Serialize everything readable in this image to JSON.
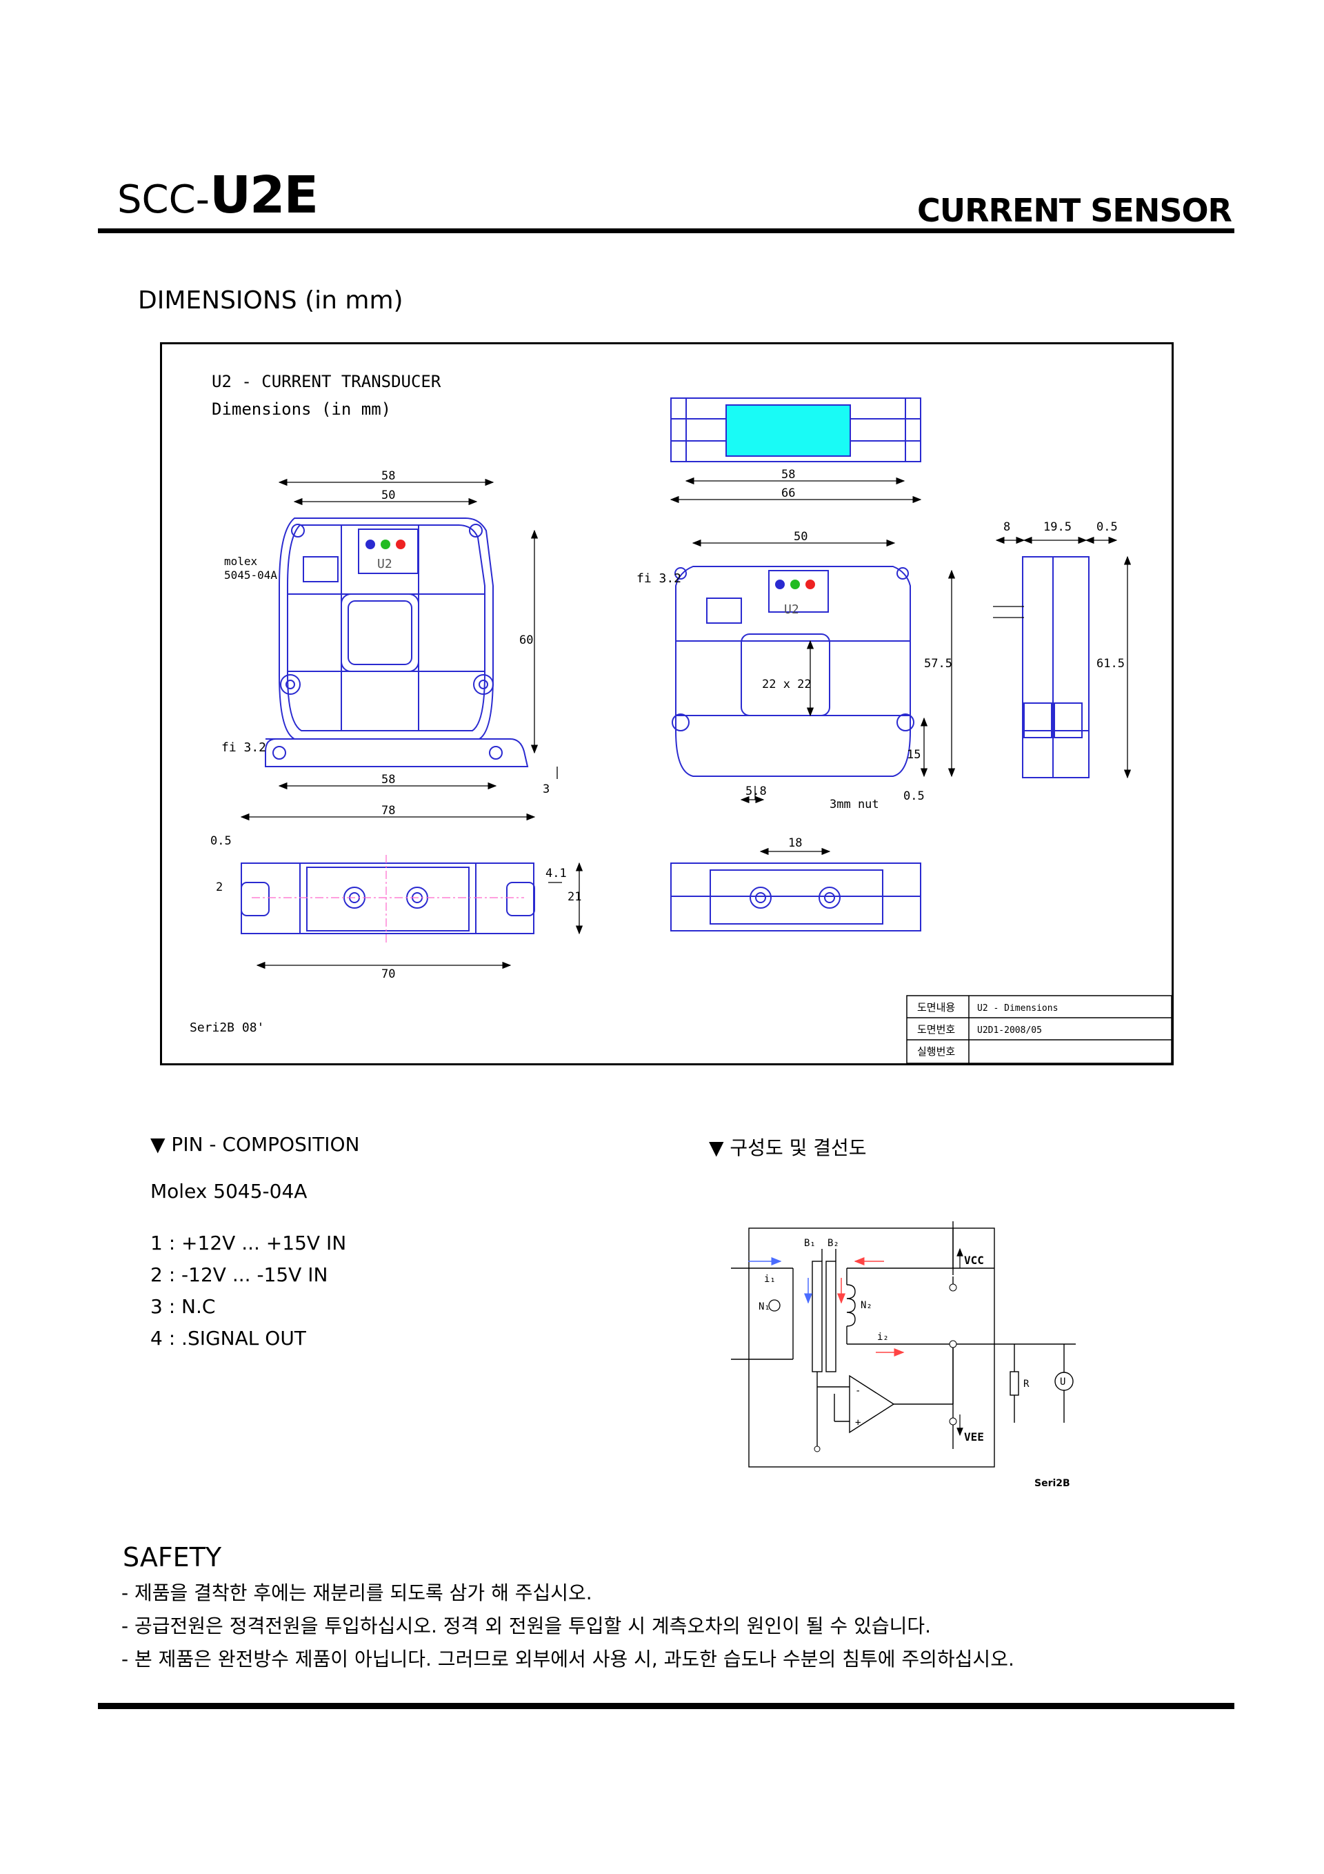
{
  "header": {
    "model_prefix": "SCC-",
    "model_suffix": "U2E",
    "product_type": "CURRENT SENSOR"
  },
  "dimensions_heading": "DIMENSIONS (in mm)",
  "drawing": {
    "title_line1": "U2 - CURRENT TRANSDUCER",
    "title_line2": "Dimensions (in mm)",
    "author": "Seri2B 08'",
    "molex_label": "molex\n5045-04A",
    "u2_label": "U2",
    "hole_label": "fi 3.2",
    "window_label": "22 x 22",
    "nut_label": "3mm nut",
    "dims": {
      "d58": "58",
      "d50": "50",
      "d60": "60",
      "d78": "78",
      "d3": "3",
      "d0_5": "0.5",
      "d2": "2",
      "d4_1": "4.1",
      "d21": "21",
      "d70": "70",
      "d66": "66",
      "d8": "8",
      "d19_5": "19.5",
      "d61_5": "61.5",
      "d57_5": "57.5",
      "d15": "15",
      "d5_8": "5.8",
      "d18": "18"
    },
    "title_block": {
      "rows": [
        {
          "label": "도면내용",
          "value": "U2 - Dimensions"
        },
        {
          "label": "도면번호",
          "value": "U2D1-2008/05"
        },
        {
          "label": "실행번호",
          "value": ""
        }
      ]
    }
  },
  "pin_composition": {
    "heading": "▼ PIN - COMPOSITION",
    "connector": "Molex 5045-04A",
    "pins": [
      "1 : +12V ... +15V IN",
      "2 : -12V ... -15V IN",
      "3 : N.C",
      "4 : .SIGNAL OUT"
    ]
  },
  "schematic": {
    "heading": "▼ 구성도 및 결선도",
    "labels": {
      "b1": "B₁",
      "b2": "B₂",
      "i1": "i₁",
      "i2": "i₂",
      "n1": "N₁",
      "n2": "N₂",
      "vcc": "VCC",
      "vee": "VEE",
      "r": "R",
      "u": "U",
      "minus": "-",
      "plus": "+"
    },
    "author": "Seri2B"
  },
  "safety": {
    "title": "SAFETY",
    "lines": [
      "- 제품을 결착한 후에는 재분리를 되도록 삼가 해 주십시오.",
      "- 공급전원은 정격전원을 투입하십시오. 정격 외 전원을 투입할 시 계측오차의 원인이 될 수 있습니다.",
      "- 본 제품은 완전방수 제품이 아닙니다. 그러므로 외부에서 사용 시, 과도한 습도나 수분의 침투에 주의하십시오."
    ]
  },
  "colors": {
    "outline": "#2a2ad0",
    "window_fill": "#19fbf6",
    "dim_line": "#000000",
    "center_line": "#ff66cc",
    "arrow_blue": "#4a6cff",
    "arrow_red": "#ff4444"
  }
}
